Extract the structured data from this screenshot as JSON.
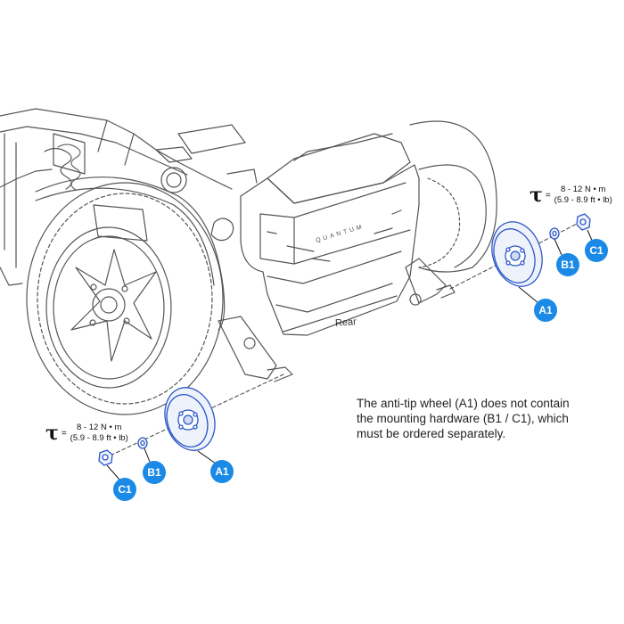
{
  "callouts": {
    "a1_right": "A1",
    "b1_right": "B1",
    "c1_right": "C1",
    "a1_left": "A1",
    "b1_left": "B1",
    "c1_left": "C1"
  },
  "torque_right": {
    "symbol": "τ",
    "equals": "=",
    "value_metric": "8 - 12 N • m",
    "value_imperial": "(5.9 - 8.9 ft • lb)"
  },
  "torque_left": {
    "symbol": "τ",
    "equals": "=",
    "value_metric": "8 - 12 N • m",
    "value_imperial": "(5.9 - 8.9 ft • lb)"
  },
  "note": {
    "line1": "The anti-tip wheel (A1) does not contain",
    "line2": "the mounting hardware (B1 / C1), which",
    "line3": "must be ordered separately."
  },
  "chassis": {
    "rear_label": "Rear",
    "brand_label": "QUANTUM"
  },
  "colors": {
    "callout_fill": "#1a8ae6",
    "part_highlight": "#2b56c8",
    "line_art": "#555555"
  }
}
